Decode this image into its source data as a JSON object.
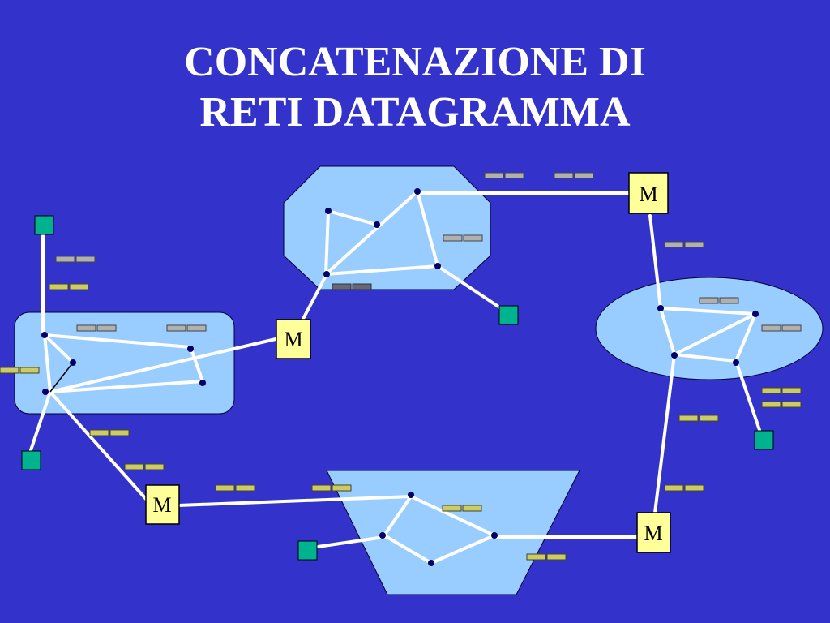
{
  "slide": {
    "title_line1": "CONCATENAZIONE DI",
    "title_line2": "RETI DATAGRAMMA"
  },
  "router_label": "M",
  "colors": {
    "background": "#3333cc",
    "network_fill": "#99ccff",
    "link": "#ffffff",
    "node": "#000066",
    "router_fill": "#ffff99",
    "host_fill": "#00b38f",
    "packet_gray": "#b0b0b0",
    "packet_yellow": "#cccc66"
  }
}
